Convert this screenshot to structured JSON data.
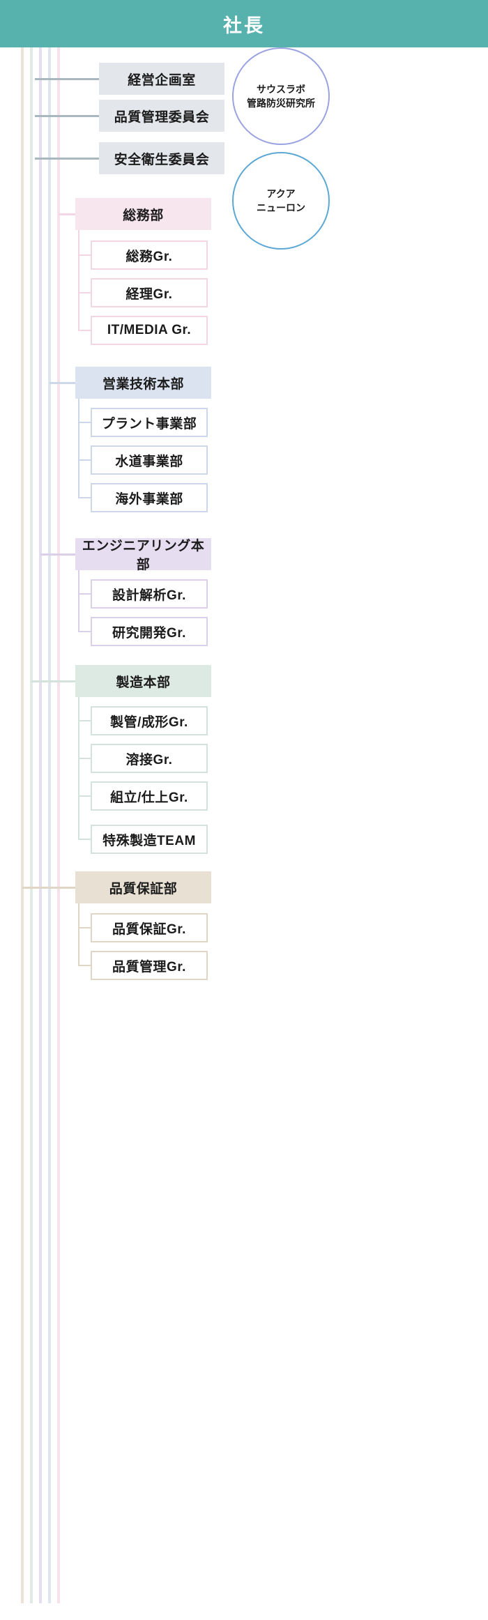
{
  "header": {
    "title": "社長",
    "bg_color": "#57b2ad",
    "text_color": "#ffffff"
  },
  "staff_units": [
    {
      "label": "経営企画室"
    },
    {
      "label": "品質管理委員会"
    },
    {
      "label": "安全衛生委員会"
    }
  ],
  "circles": [
    {
      "line1": "サウスラボ",
      "line2": "管路防災研究所",
      "border_color": "#9aa3e0"
    },
    {
      "line1": "アクア",
      "line2": "ニューロン",
      "border_color": "#5ca8d4"
    }
  ],
  "divisions": [
    {
      "label": "総務部",
      "header_bg": "#f8e6ef",
      "line_color": "#f3d6e4",
      "children": [
        {
          "label": "総務Gr."
        },
        {
          "label": "経理Gr."
        },
        {
          "label": "IT/MEDIA Gr."
        }
      ]
    },
    {
      "label": "営業技術本部",
      "header_bg": "#dce3f0",
      "line_color": "#ccd8ea",
      "children": [
        {
          "label": "プラント事業部"
        },
        {
          "label": "水道事業部"
        },
        {
          "label": "海外事業部"
        }
      ]
    },
    {
      "label": "エンジニアリング本部",
      "header_bg": "#e7ddf0",
      "line_color": "#dccfea",
      "children": [
        {
          "label": "設計解析Gr."
        },
        {
          "label": "研究開発Gr."
        }
      ]
    },
    {
      "label": "製造本部",
      "header_bg": "#dde9e3",
      "line_color": "#d3e3dc",
      "children": [
        {
          "label": "製管/成形Gr."
        },
        {
          "label": "溶接Gr."
        },
        {
          "label": "組立/仕上Gr."
        },
        {
          "label": "特殊製造TEAM"
        }
      ]
    },
    {
      "label": "品質保証部",
      "header_bg": "#e8e0d3",
      "line_color": "#e0d6c5",
      "children": [
        {
          "label": "品質保証Gr."
        },
        {
          "label": "品質管理Gr."
        }
      ]
    }
  ],
  "rails": [
    {
      "color": "#ece3d6"
    },
    {
      "color": "#e1ebe5"
    },
    {
      "color": "#e5ddf0"
    },
    {
      "color": "#dde5f0"
    },
    {
      "color": "#f7e2ec"
    }
  ],
  "staff_connector_color": "#a9b7bf"
}
